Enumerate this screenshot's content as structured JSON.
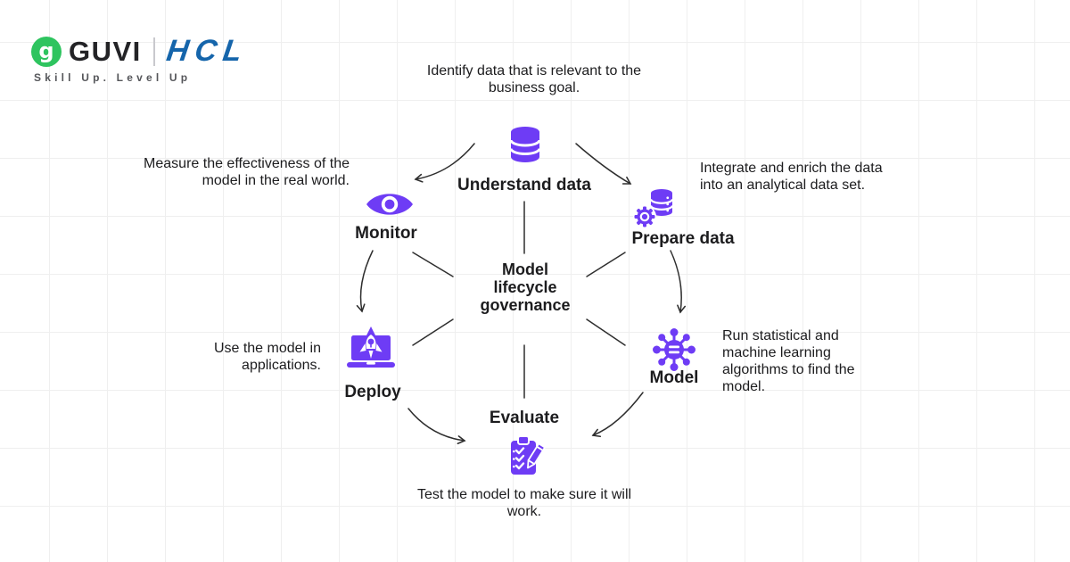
{
  "brand": {
    "guvi_label": "GUVI",
    "hcl_label": "HCL",
    "tagline": "Skill Up. Level Up",
    "logo_glyph": "g",
    "guvi_green": "#2EC45F",
    "hcl_blue": "#1565AB"
  },
  "center": {
    "lines": [
      "Model",
      "lifecycle",
      "governance"
    ]
  },
  "accent_color": "#6E3CF5",
  "background": {
    "grid_color": "#EFEFEF"
  },
  "nodes": {
    "understand": {
      "label": "Understand data",
      "icon": "database-icon",
      "description": "Identify data that is relevant to the business goal."
    },
    "prepare": {
      "label": "Prepare data",
      "icon": "database-gear-icon",
      "description": "Integrate and enrich the data into an analytical data set."
    },
    "model": {
      "label": "Model",
      "icon": "ml-network-icon",
      "description": "Run statistical and machine learning algorithms to find the model."
    },
    "evaluate": {
      "label": "Evaluate",
      "icon": "clipboard-check-icon",
      "description": "Test the model to make sure it will work."
    },
    "deploy": {
      "label": "Deploy",
      "icon": "rocket-laptop-icon",
      "description": "Use the model in applications."
    },
    "monitor": {
      "label": "Monitor",
      "icon": "eye-icon",
      "description": "Measure the effectiveness of the model in the real world."
    }
  },
  "flow": [
    {
      "from": "Understand data",
      "to": "Monitor"
    },
    {
      "from": "Understand data",
      "to": "Prepare data"
    },
    {
      "from": "Monitor",
      "to": "Deploy"
    },
    {
      "from": "Prepare data",
      "to": "Model"
    },
    {
      "from": "Deploy",
      "to": "Evaluate"
    },
    {
      "from": "Model",
      "to": "Evaluate"
    }
  ]
}
